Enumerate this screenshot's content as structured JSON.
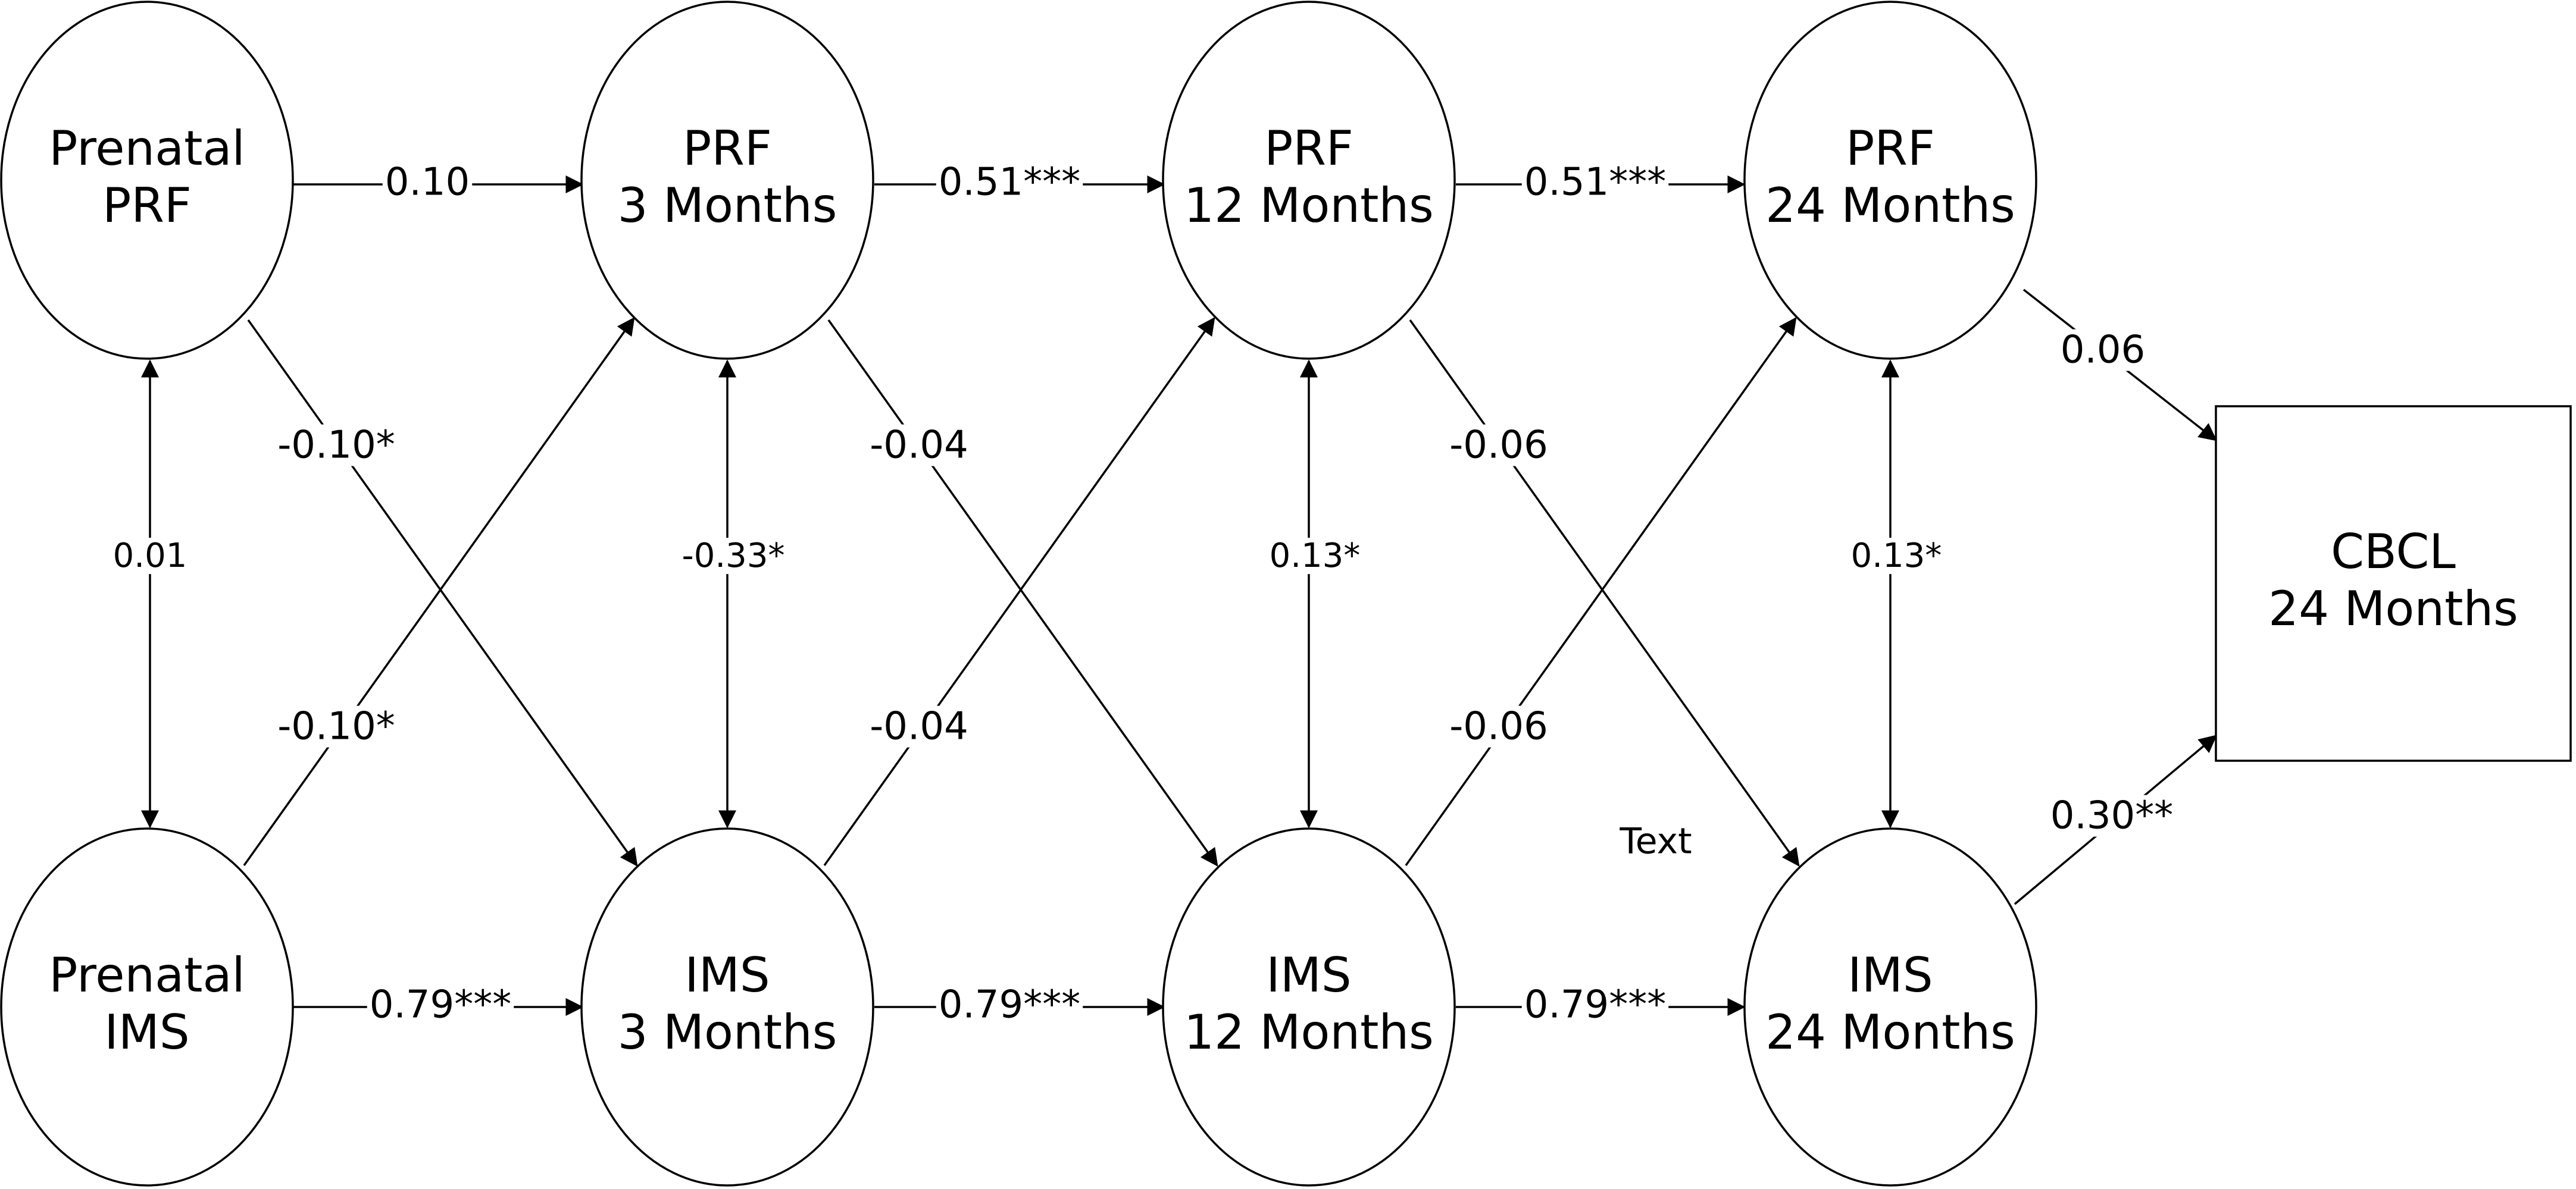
{
  "diagram": {
    "nodes": [
      {
        "id": "prenatal_prf",
        "shape": "ellipse",
        "lines": [
          "Prenatal",
          "PRF"
        ]
      },
      {
        "id": "prf_3",
        "shape": "ellipse",
        "lines": [
          "PRF",
          "3 Months"
        ]
      },
      {
        "id": "prf_12",
        "shape": "ellipse",
        "lines": [
          "PRF",
          "12 Months"
        ]
      },
      {
        "id": "prf_24",
        "shape": "ellipse",
        "lines": [
          "PRF",
          "24 Months"
        ]
      },
      {
        "id": "prenatal_ims",
        "shape": "ellipse",
        "lines": [
          "Prenatal",
          "IMS"
        ]
      },
      {
        "id": "ims_3",
        "shape": "ellipse",
        "lines": [
          "IMS",
          "3 Months"
        ]
      },
      {
        "id": "ims_12",
        "shape": "ellipse",
        "lines": [
          "IMS",
          "12 Months"
        ]
      },
      {
        "id": "ims_24",
        "shape": "ellipse",
        "lines": [
          "IMS",
          "24 Months"
        ]
      },
      {
        "id": "cbcl_24",
        "shape": "rect",
        "lines": [
          "CBCL",
          "24 Months"
        ]
      }
    ],
    "edges": [
      {
        "from": "prenatal_prf",
        "to": "prf_3",
        "label": "0.10",
        "kind": "directed"
      },
      {
        "from": "prf_3",
        "to": "prf_12",
        "label": "0.51***",
        "kind": "directed"
      },
      {
        "from": "prf_12",
        "to": "prf_24",
        "label": "0.51***",
        "kind": "directed"
      },
      {
        "from": "prenatal_ims",
        "to": "ims_3",
        "label": "0.79***",
        "kind": "directed"
      },
      {
        "from": "ims_3",
        "to": "ims_12",
        "label": "0.79***",
        "kind": "directed"
      },
      {
        "from": "ims_12",
        "to": "ims_24",
        "label": "0.79***",
        "kind": "directed"
      },
      {
        "from": "prenatal_prf",
        "to": "ims_3",
        "label": "-0.10*",
        "kind": "directed"
      },
      {
        "from": "prenatal_ims",
        "to": "prf_3",
        "label": "-0.10*",
        "kind": "directed"
      },
      {
        "from": "prf_3",
        "to": "ims_12",
        "label": "-0.04",
        "kind": "directed"
      },
      {
        "from": "ims_3",
        "to": "prf_12",
        "label": "-0.04",
        "kind": "directed"
      },
      {
        "from": "prf_12",
        "to": "ims_24",
        "label": "-0.06",
        "kind": "directed"
      },
      {
        "from": "ims_12",
        "to": "prf_24",
        "label": "-0.06",
        "kind": "directed"
      },
      {
        "from": "prenatal_prf",
        "to": "prenatal_ims",
        "label": "0.01",
        "kind": "bidirectional"
      },
      {
        "from": "prf_3",
        "to": "ims_3",
        "label": "-0.33*",
        "kind": "bidirectional"
      },
      {
        "from": "prf_12",
        "to": "ims_12",
        "label": "0.13*",
        "kind": "bidirectional"
      },
      {
        "from": "prf_24",
        "to": "ims_24",
        "label": "0.13*",
        "kind": "bidirectional"
      },
      {
        "from": "prf_24",
        "to": "cbcl_24",
        "label": "0.06",
        "kind": "directed"
      },
      {
        "from": "ims_24",
        "to": "cbcl_24",
        "label": "0.30**",
        "kind": "directed"
      }
    ],
    "free_text": "Text"
  }
}
